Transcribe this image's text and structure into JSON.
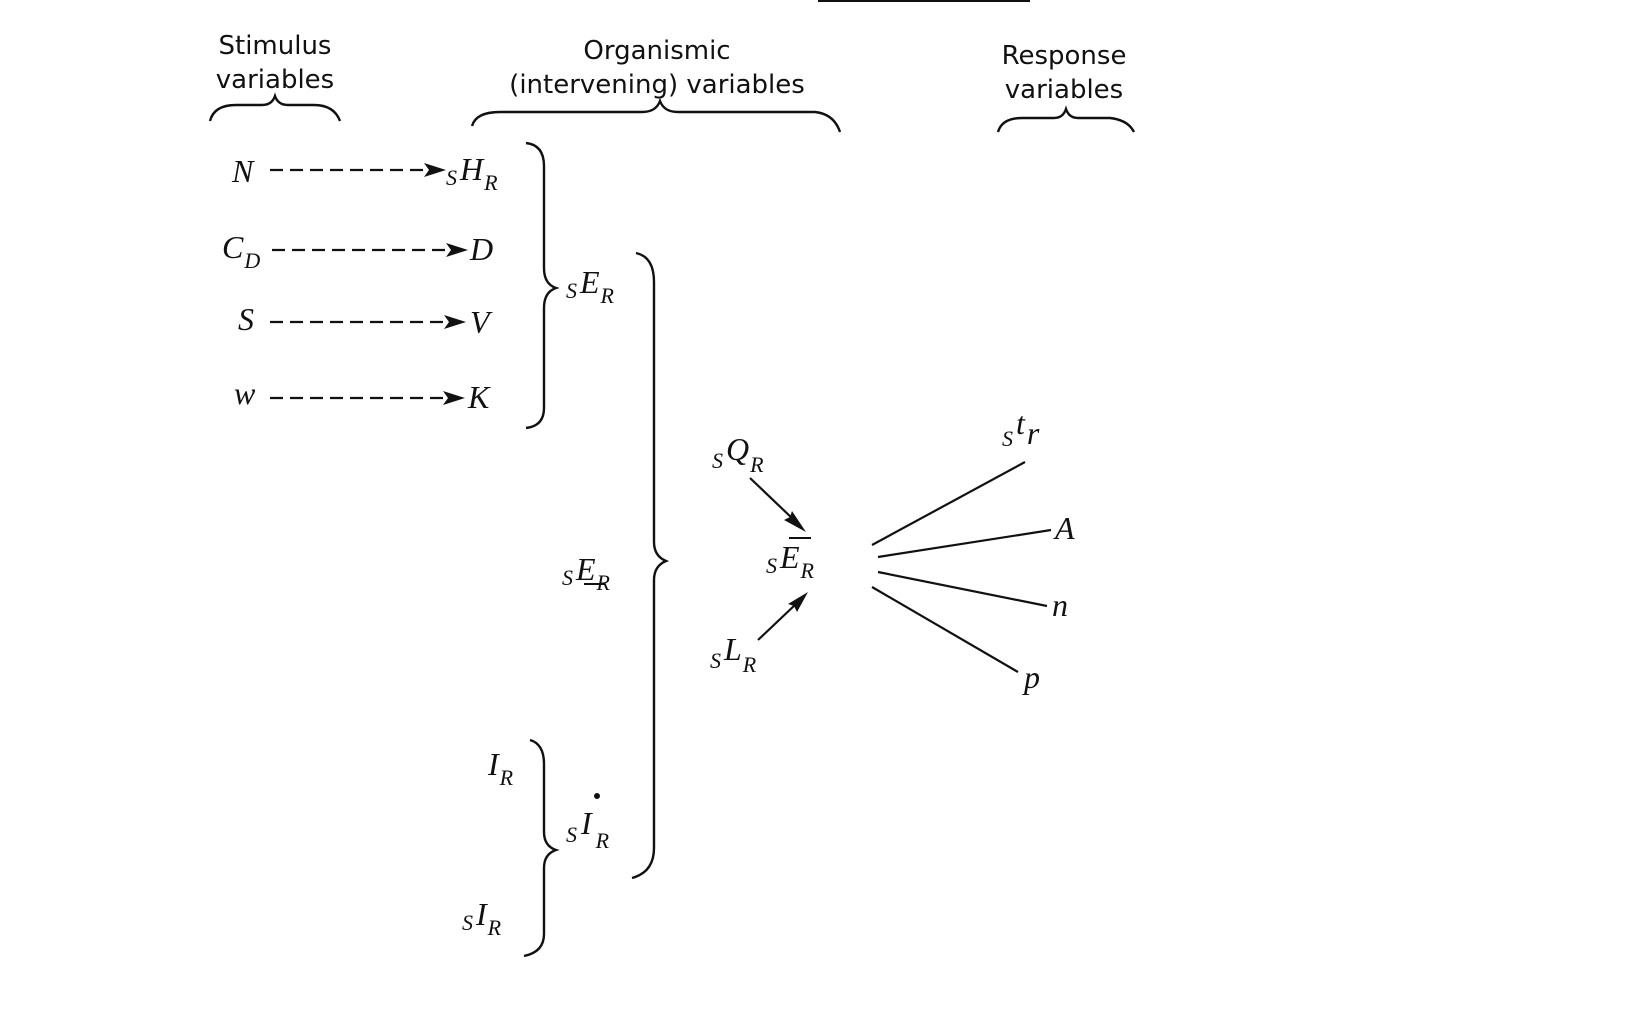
{
  "headers": {
    "stimulus": [
      "Stimulus",
      "variables"
    ],
    "organismic": [
      "Organismic",
      "(intervening) variables"
    ],
    "response": [
      "Response",
      "variables"
    ]
  },
  "stimulus_vars": [
    {
      "main": "N",
      "sub": ""
    },
    {
      "main": "C",
      "sub": "D"
    },
    {
      "main": "S",
      "sub": ""
    },
    {
      "main": "w",
      "sub": ""
    }
  ],
  "inter_vars": [
    {
      "pre": "S",
      "main": "H",
      "sub": "R"
    },
    {
      "pre": "",
      "main": "D",
      "sub": ""
    },
    {
      "pre": "",
      "main": "V",
      "sub": ""
    },
    {
      "pre": "",
      "main": "K",
      "sub": ""
    }
  ],
  "sER": {
    "pre": "S",
    "main": "E",
    "sub": "R"
  },
  "sER_underline": {
    "pre": "S",
    "main": "E",
    "sub": "R"
  },
  "IR": {
    "main": "I",
    "sub": "R"
  },
  "sIR": {
    "pre": "S",
    "main": "I",
    "sub": "R"
  },
  "sIdotR": {
    "pre": "S",
    "main": "I",
    "sub": "R"
  },
  "sQR": {
    "pre": "S",
    "main": "Q",
    "sub": "R"
  },
  "sLR": {
    "pre": "S",
    "main": "L",
    "sub": "R"
  },
  "sEbarR": {
    "pre": "S",
    "main": "E",
    "sub": "R"
  },
  "response_vars": [
    {
      "pre": "S",
      "main": "t",
      "sub": "r"
    },
    {
      "pre": "",
      "main": "A",
      "sub": ""
    },
    {
      "pre": "",
      "main": "n",
      "sub": ""
    },
    {
      "pre": "",
      "main": "p",
      "sub": ""
    }
  ]
}
